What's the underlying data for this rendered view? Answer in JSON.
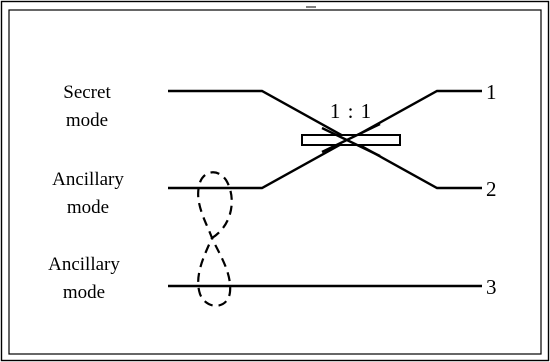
{
  "modes": [
    {
      "line1": "Secret",
      "line2": "mode"
    },
    {
      "line1": "Ancillary",
      "line2": "mode"
    },
    {
      "line1": "Ancillary",
      "line2": "mode"
    }
  ],
  "ports": [
    "1",
    "2",
    "3"
  ],
  "splitter": {
    "ratio_label": "1 : 1"
  }
}
